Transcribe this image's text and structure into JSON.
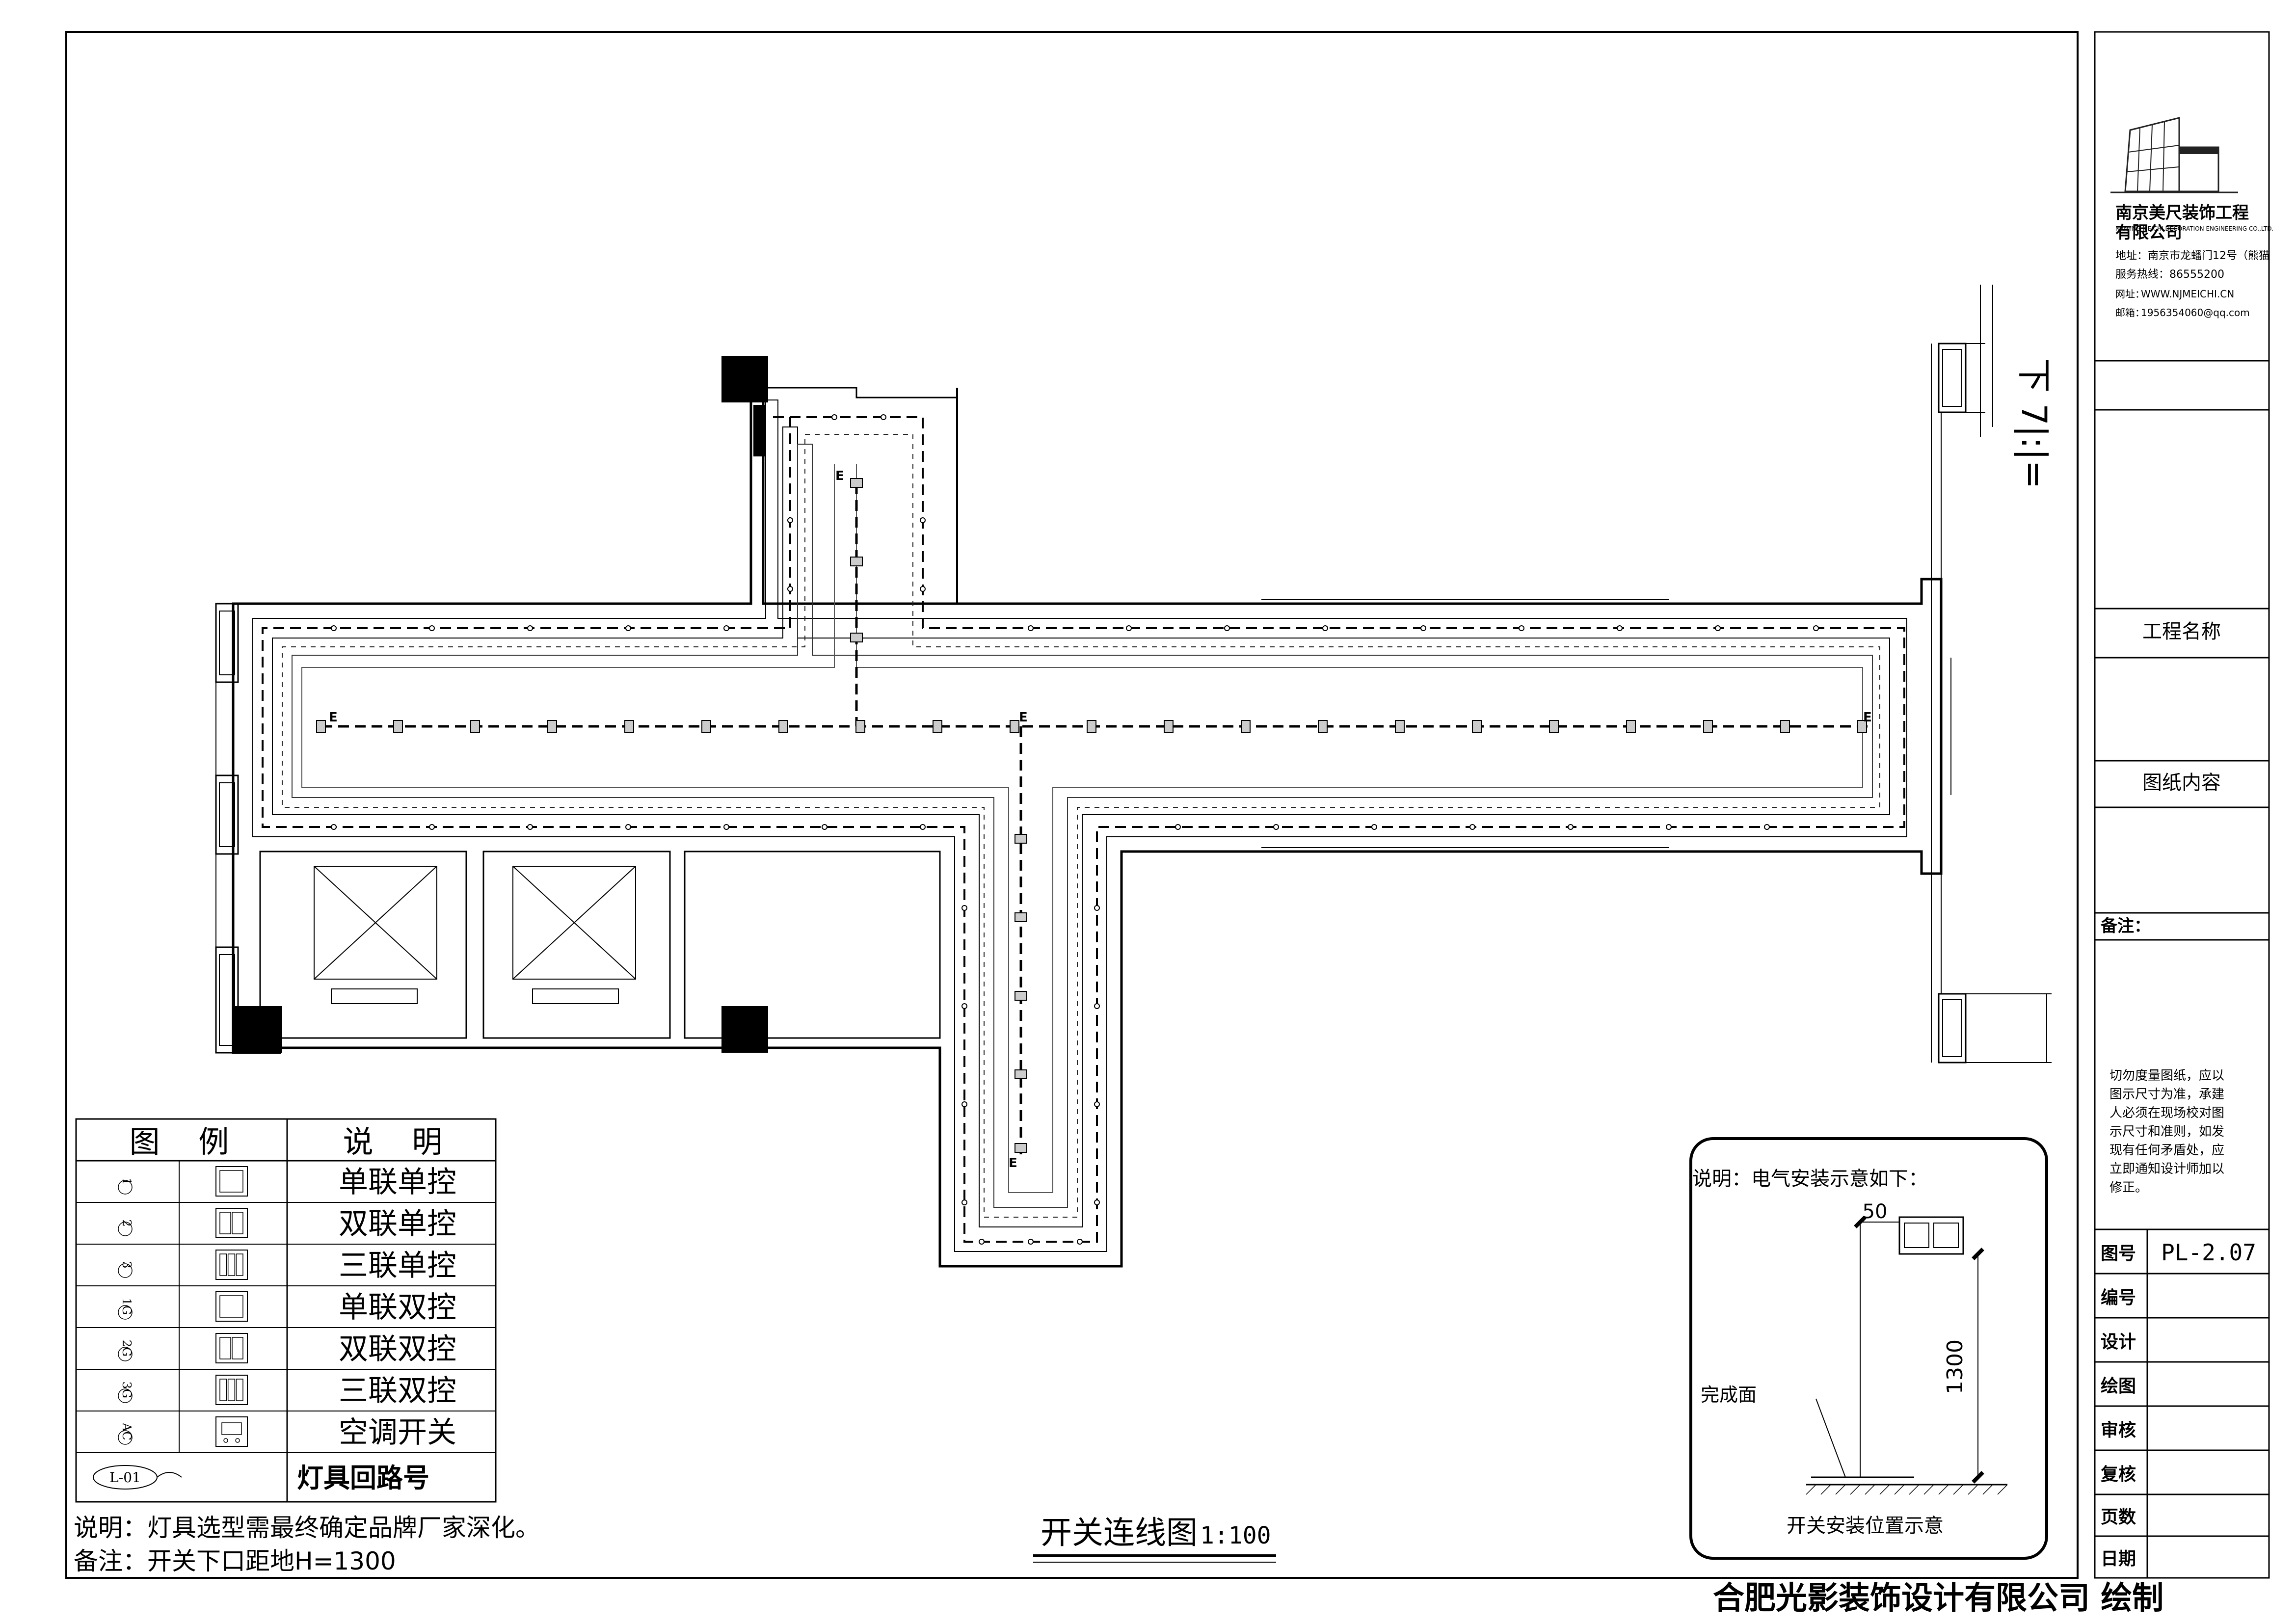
{
  "company": {
    "name_line1": "南京美尺装饰工程",
    "name_line2": "有限公司",
    "name_en": "NANJING MEICHI DECORATION ENGINEERING CO.,LTD.",
    "address": "地址：南京市龙蟠门12号（熊猫",
    "phone": "服务热线：86555200",
    "website_label": "网址：",
    "website": "WWW.NJMEICHI.CN",
    "email_label": "邮箱：",
    "email": "1956354060@qq.com"
  },
  "title_block": {
    "project_name_label": "工程名称",
    "drawing_content_label": "图纸内容",
    "remarks_label": "备注：",
    "warning": [
      "切勿度量图纸，应以",
      "图示尺寸为准，承建",
      "人必须在现场校对图",
      "示尺寸和准则，如发",
      "现有任何矛盾处，应",
      "立即通知设计师加以",
      "修正。"
    ],
    "fields": [
      {
        "label": "图号",
        "value": "PL-2.07"
      },
      {
        "label": "编号",
        "value": ""
      },
      {
        "label": "设计",
        "value": ""
      },
      {
        "label": "绘图",
        "value": ""
      },
      {
        "label": "审核",
        "value": ""
      },
      {
        "label": "复核",
        "value": ""
      },
      {
        "label": "页数",
        "value": ""
      },
      {
        "label": "日期",
        "value": ""
      }
    ]
  },
  "legend": {
    "header_symbol": "图    例",
    "header_desc": "说    明",
    "rows": [
      {
        "code": "1",
        "desc": "单联单控",
        "gangs": 1
      },
      {
        "code": "2",
        "desc": "双联单控",
        "gangs": 2
      },
      {
        "code": "3",
        "desc": "三联单控",
        "gangs": 3
      },
      {
        "code": "1G",
        "desc": "单联双控",
        "gangs": 1
      },
      {
        "code": "2G",
        "desc": "双联双控",
        "gangs": 2
      },
      {
        "code": "3G",
        "desc": "三联双控",
        "gangs": 3
      },
      {
        "code": "AC",
        "desc": "空调开关",
        "gangs": 0
      }
    ],
    "circuit_code": "L-01",
    "circuit_desc": "灯具回路号"
  },
  "notes": {
    "note1": "说明：灯具选型需最终确定品牌厂家深化。",
    "note2": "备注：开关下口距地H=1300"
  },
  "drawing_title": {
    "main": "开关连线图",
    "scale": "1:100"
  },
  "install_detail": {
    "title": "说明：电气安装示意如下：",
    "dim_top": "50",
    "dim_height": "1300",
    "surface_label": "完成面",
    "caption": "开关安装位置示意"
  },
  "plan": {
    "marker": "E"
  },
  "side_text": "下  7|:|=",
  "footer": "合肥光影装饰设计有限公司 绘制"
}
